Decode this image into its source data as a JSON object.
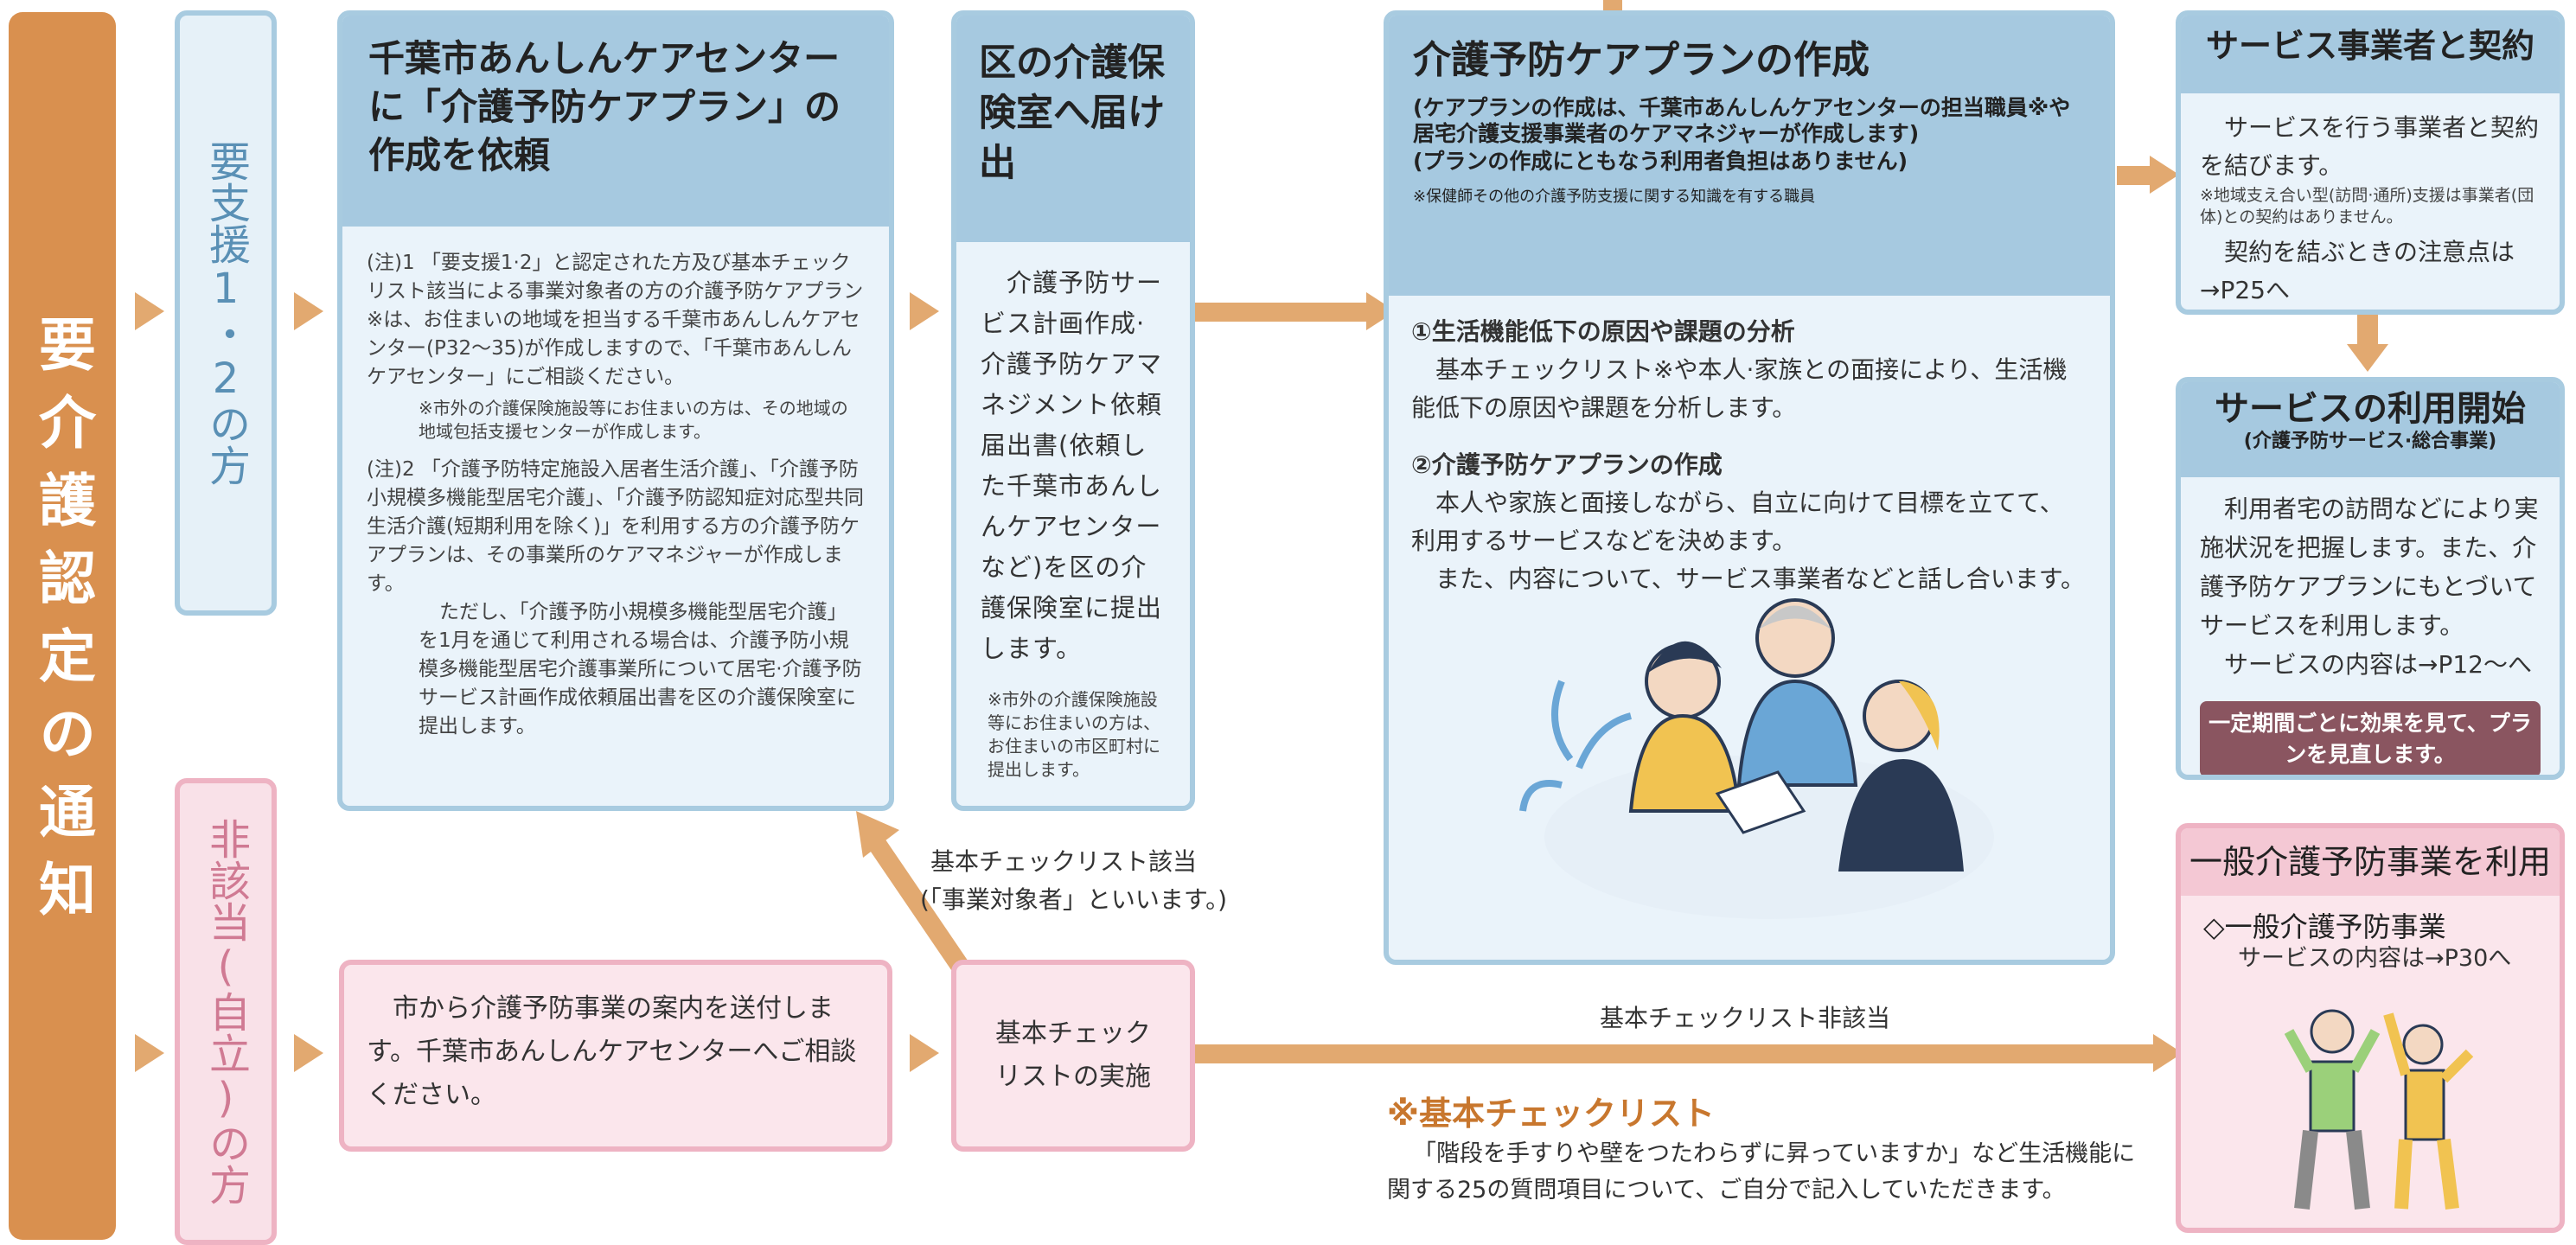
{
  "notice": {
    "label": "要介護認定の通知"
  },
  "categories": {
    "support": "要支援1・2の方",
    "nonapplicable": "非該当(自立)の方"
  },
  "request_card": {
    "title": "千葉市あんしんケアセンターに「介護予防ケアプラン」の作成を依頼",
    "note1": "(注)1 「要支援1·2」と認定された方及び基本チェックリスト該当による事業対象者の方の介護予防ケアプラン※は、お住まいの地域を担当する千葉市あんしんケアセンター(P32〜35)が作成しますので、「千葉市あんしんケアセンター」にご相談ください。",
    "note1_sub": "※市外の介護保険施設等にお住まいの方は、その地域の地域包括支援センターが作成します。",
    "note2": "(注)2 「介護予防特定施設入居者生活介護」、「介護予防小規模多機能型居宅介護」、「介護予防認知症対応型共同生活介護(短期利用を除く)」を利用する方の介護予防ケアプランは、その事業所のケアマネジャーが作成します。",
    "note2b": "ただし、「介護予防小規模多機能型居宅介護」を1月を通じて利用される場合は、介護予防小規模多機能型居宅介護事業所について居宅·介護予防サービス計画作成依頼届出書を区の介護保険室に提出します。"
  },
  "ward_card": {
    "title": "区の介護保険室へ届け出",
    "body": "介護予防サービス計画作成·介護予防ケアマネジメント依頼届出書(依頼した千葉市あんしんケアセンターなど)を区の介護保険室に提出します。",
    "note": "※市外の介護保険施設等にお住まいの方は、お住まいの市区町村に提出します。"
  },
  "plan_card": {
    "title": "介護予防ケアプランの作成",
    "sub1": "(ケアプランの作成は、千葉市あんしんケアセンターの担当職員※や居宅介護支援事業者のケアマネジャーが作成します)",
    "sub2": "(プランの作成にともなう利用者負担はありません)",
    "sub_note": "※保健師その他の介護予防支援に関する知識を有する職員",
    "s1_title": "①生活機能低下の原因や課題の分析",
    "s1_body": "基本チェックリスト※や本人·家族との面接により、生活機能低下の原因や課題を分析します。",
    "s2_title": "②介護予防ケアプランの作成",
    "s2_body": "本人や家族と面接しながら、自立に向けて目標を立てて、利用するサービスなどを決めます。",
    "s2_body2": "また、内容について、サービス事業者などと話し合います。"
  },
  "contract_card": {
    "title": "サービス事業者と契約",
    "body": "サービスを行う事業者と契約を結びます。",
    "note": "※地域支え合い型(訪問·通所)支援は事業者(団体)との契約はありません。",
    "body2": "契約を結ぶときの注意点は→P25へ"
  },
  "start_card": {
    "title": "サービスの利用開始",
    "subtitle": "(介護予防サービス·総合事業)",
    "body": "利用者宅の訪問などにより実施状況を把握します。また、介護予防ケアプランにもとづいてサービスを利用します。",
    "body2": "サービスの内容は→P12〜へ",
    "badge": "一定期間ごとに効果を見て、プランを見直します。"
  },
  "general_card": {
    "title": "一般介護予防事業を利用",
    "item": "◇一般介護予防事業",
    "item_sub": "サービスの内容は→P30へ"
  },
  "info_box": {
    "body": "市から介護予防事業の案内を送付します。千葉市あんしんケアセンターへご相談ください。"
  },
  "check_box": {
    "body": "基本チェックリストの実施"
  },
  "labels": {
    "applicable": "基本チェックリスト該当",
    "applicable_sub": "(「事業対象者」といいます。)",
    "nonapplicable": "基本チェックリスト非該当"
  },
  "checklist": {
    "title": "※基本チェックリスト",
    "body": "「階段を手すりや壁をつたわらずに昇っていますか」など生活機能に関する25の質問項目について、ご自分で記入していただきます。"
  },
  "colors": {
    "accent": "#e2a970",
    "blue_border": "#a8cbe0",
    "pink_border": "#eeb3c3",
    "badge": "#8a5560",
    "checklist_title": "#c8772e"
  }
}
